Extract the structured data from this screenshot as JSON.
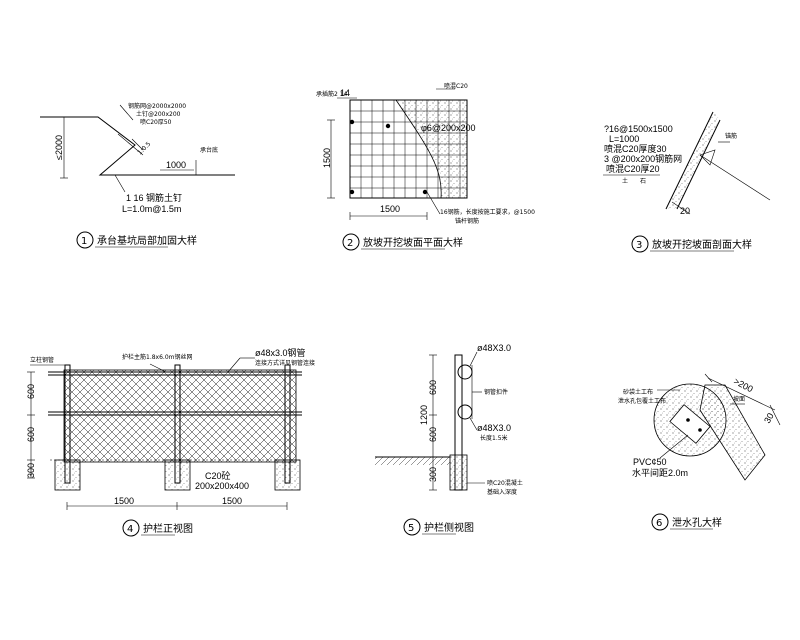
{
  "detail1": {
    "number": "1",
    "title": "承台基坑局部加固大样",
    "notes": [
      "钢筋网@2000x2000",
      "土钉@200x200",
      "喷C20厚50"
    ],
    "height_dim": "≤2000",
    "width_dim": "1000",
    "slope": "1:0.5",
    "side_label": "承台底",
    "anchor_line1": "1 16 钢筋土钉",
    "anchor_line2": "L=1.0m@1.5m"
  },
  "detail2": {
    "number": "2",
    "title": "放坡开挖坡面平面大样",
    "label_rebar": "承插筋2 14",
    "label_concrete": "喷混C20",
    "label_mesh": "φ6@200x200",
    "dim_height": "1500",
    "dim_width": "1500",
    "label_bottom": "16钢筋，长度按施工要求，@1500",
    "label_bottom2": "锚杆钢筋"
  },
  "detail3": {
    "number": "3",
    "title": "放坡开挖坡面剖面大样",
    "line1": "?16@1500x1500",
    "line2": "L=1000",
    "line3": "喷混C20厚度30",
    "line4": "3 @200x200钢筋网",
    "line5": "喷混C20厚20",
    "label_soil": "土",
    "label_stone": "石",
    "label_anchor": "锚筋",
    "dim": "20"
  },
  "detail4": {
    "number": "4",
    "title": "护栏正视图",
    "label_top": "护栏主筋1.8x6.0m钢丝网",
    "label_pipe": "ø48x3.0钢管",
    "label_pipe2": "连接方式详见钢管连接",
    "label_left": "立柱钢管",
    "dim_600a": "600",
    "dim_600b": "600",
    "dim_300": "300",
    "label_concrete": "C20砼",
    "label_size": "200x200x400",
    "dim_w1": "1500",
    "dim_w2": "1500"
  },
  "detail5": {
    "number": "5",
    "title": "护栏侧视图",
    "label_pipe_top": "ø48X3.0",
    "label_clamp": "钢管扣件",
    "label_pipe_mid": "ø48X3.0",
    "label_len": "长度1.5米",
    "dim_1200": "1200",
    "dim_600a": "600",
    "dim_600b": "600",
    "dim_300": "300",
    "label_concrete": "喷C20混凝土",
    "label_concrete2": "基础入深度"
  },
  "detail6": {
    "number": "6",
    "title": "泄水孔大样",
    "label_filter": "砂袋土工布",
    "label_filter2": "泄水孔包覆土工布",
    "label_slope": "坡面",
    "dim_200": ">200",
    "dim_30": "30",
    "label_pvc": "PVC¢50",
    "label_spacing": "水平间距2.0m"
  }
}
